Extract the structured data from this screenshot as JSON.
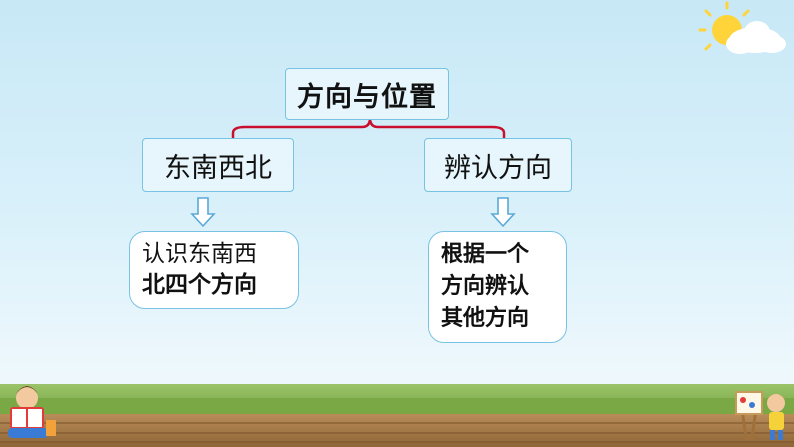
{
  "diagram": {
    "root": "方向与位置",
    "branches": [
      {
        "label": "东南西北",
        "detail_lines": [
          "认识东南西",
          "北四个方向"
        ]
      },
      {
        "label": "辨认方向",
        "detail_lines": [
          "根据一个",
          "方向辨认",
          "其他方向"
        ]
      }
    ]
  },
  "colors": {
    "brace": "#c8102e",
    "box_border": "#78c2e2",
    "arrow": "#5aa9d6"
  }
}
